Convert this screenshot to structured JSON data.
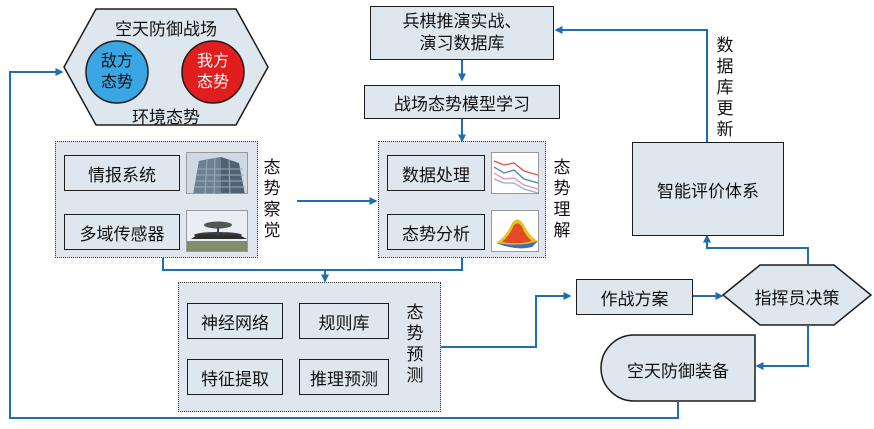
{
  "environment": {
    "title": "空天防御战场",
    "enemy": "敌方态势",
    "ours": "我方态势",
    "subtitle": "环境态势",
    "enemy_color": "#3aa7e4",
    "ours_color": "#e11d1d"
  },
  "database": {
    "line1": "兵棋推演实战、",
    "line2": "演习数据库"
  },
  "model_learning": "战场态势模型学习",
  "db_update": "数据库更新",
  "perception": {
    "label": "态势察觉",
    "items": [
      {
        "label": "情报系统",
        "icon": "building-photo-icon"
      },
      {
        "label": "多域传感器",
        "icon": "awacs-aircraft-icon"
      }
    ]
  },
  "understanding": {
    "label": "态势理解",
    "items": [
      {
        "label": "数据处理",
        "icon": "line-chart-thumb-icon"
      },
      {
        "label": "态势分析",
        "icon": "surface-plot-thumb-icon"
      }
    ]
  },
  "prediction": {
    "label": "态势预测",
    "items": [
      "神经网络",
      "规则库",
      "特征提取",
      "推理预测"
    ]
  },
  "evaluation": "智能评价体系",
  "combat_plan": "作战方案",
  "commander_decision": "指挥员决策",
  "equipment": "空天防御装备",
  "colors": {
    "arrow": "#1f6db3",
    "box_fill": "#dfe7ee",
    "border": "#1c1c1c"
  }
}
